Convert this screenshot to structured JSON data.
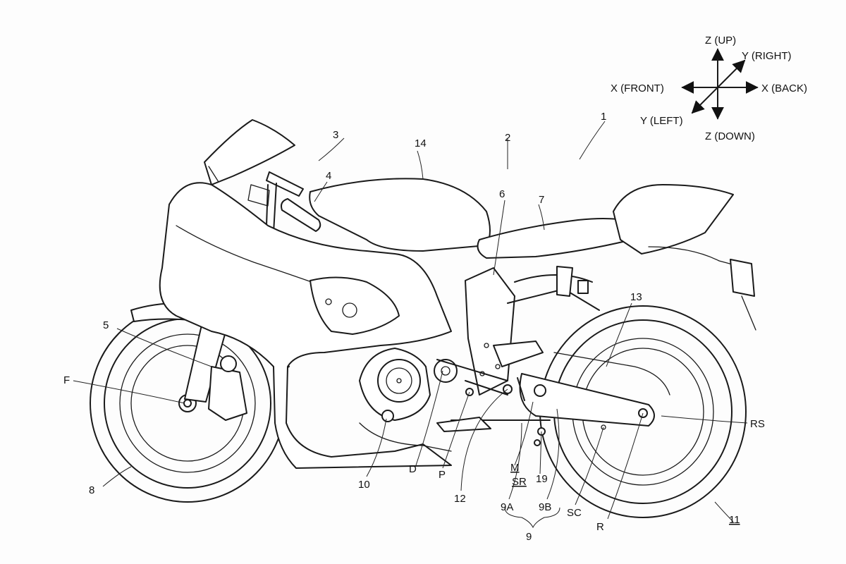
{
  "axes": {
    "z_up": "Z (UP)",
    "y_right": "Y (RIGHT)",
    "x_front": "X (FRONT)",
    "x_back": "X (BACK)",
    "y_left": "Y (LEFT)",
    "z_down": "Z (DOWN)"
  },
  "labels": {
    "vehicle": "1",
    "body_frame": "2",
    "handle_unit": "3",
    "grip": "4",
    "front_fork": "5",
    "frame": "6",
    "seat": "7",
    "front_wheel": "8",
    "step_assembly": "9",
    "step_a": "9A",
    "step_b": "9B",
    "engine": "10",
    "rear_wheel": "11",
    "pedal": "12",
    "swing_arm": "13",
    "fuel_tank": "14",
    "part_19": "19",
    "front_axle": "F",
    "rear_axle": "R",
    "rear_shaft": "RS",
    "sc": "SC",
    "sr": "SR",
    "m": "M",
    "p": "P",
    "d": "D"
  },
  "colors": {
    "ink": "#1a1a1a",
    "paper": "#fdfdfd"
  }
}
